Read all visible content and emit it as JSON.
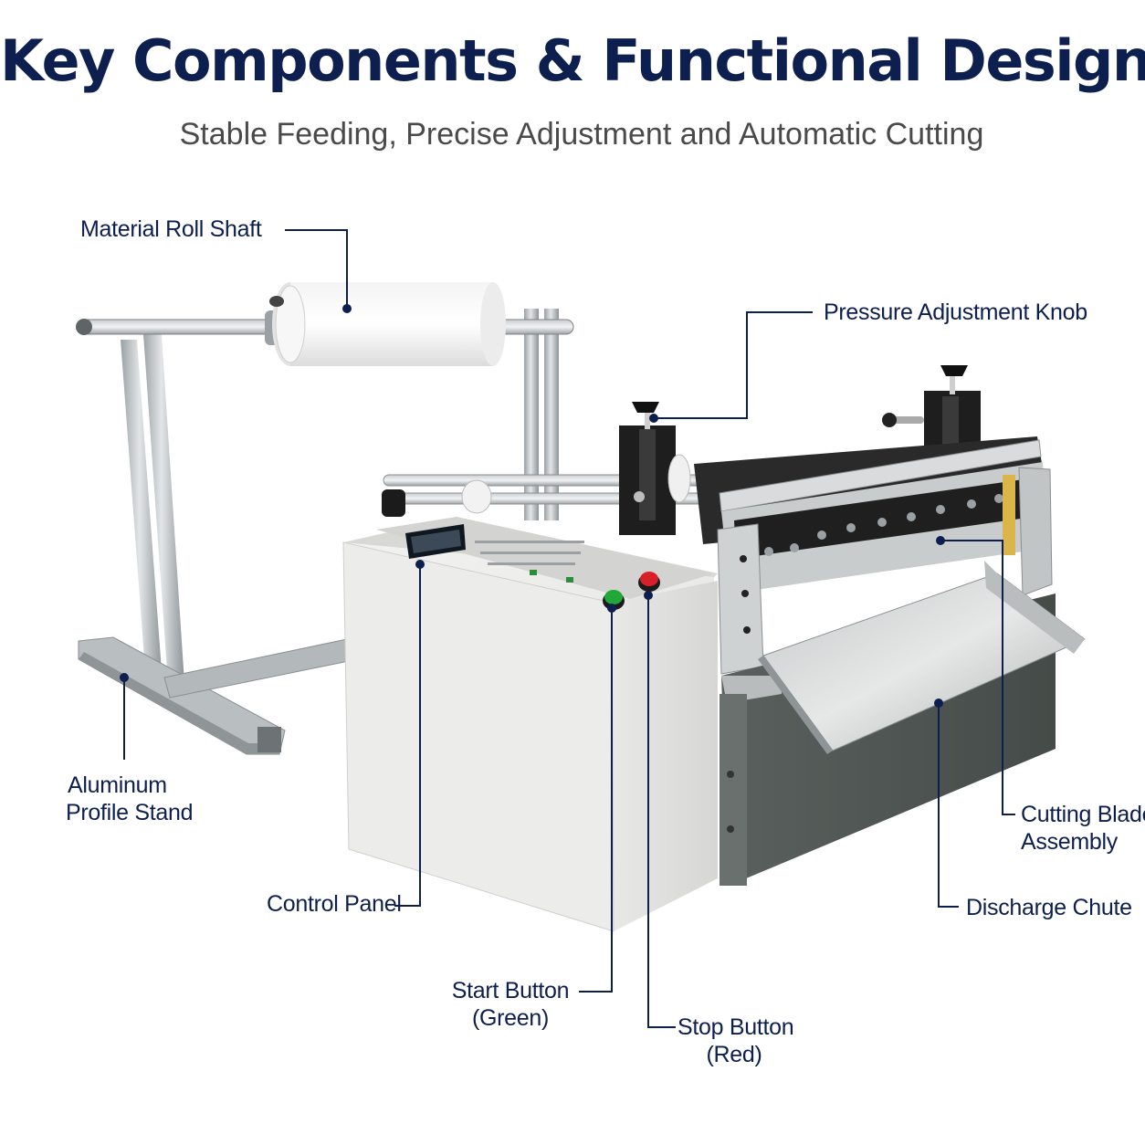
{
  "header": {
    "title": "Key Components & Functional Design",
    "subtitle": "Stable Feeding, Precise Adjustment and Automatic Cutting"
  },
  "callouts": {
    "roll_shaft": "Material Roll Shaft",
    "pressure_knob": "Pressure Adjustment Knob",
    "stand_line1": "Aluminum",
    "stand_line2": "Profile Stand",
    "control_panel": "Control Panel",
    "start_line1": "Start Button",
    "start_line2": "(Green)",
    "stop_line1": "Stop Button",
    "stop_line2": "(Red)",
    "blade_line1": "Cutting Blade",
    "blade_line2": "Assembly",
    "chute": "Discharge Chute"
  },
  "colors": {
    "title": "#0d1f4e",
    "leader_line": "#0d1f4e",
    "start_button": "#22a83a",
    "stop_button": "#d8202a",
    "panel_body": "#e9e9e7",
    "base_dark": "#4e5552"
  }
}
